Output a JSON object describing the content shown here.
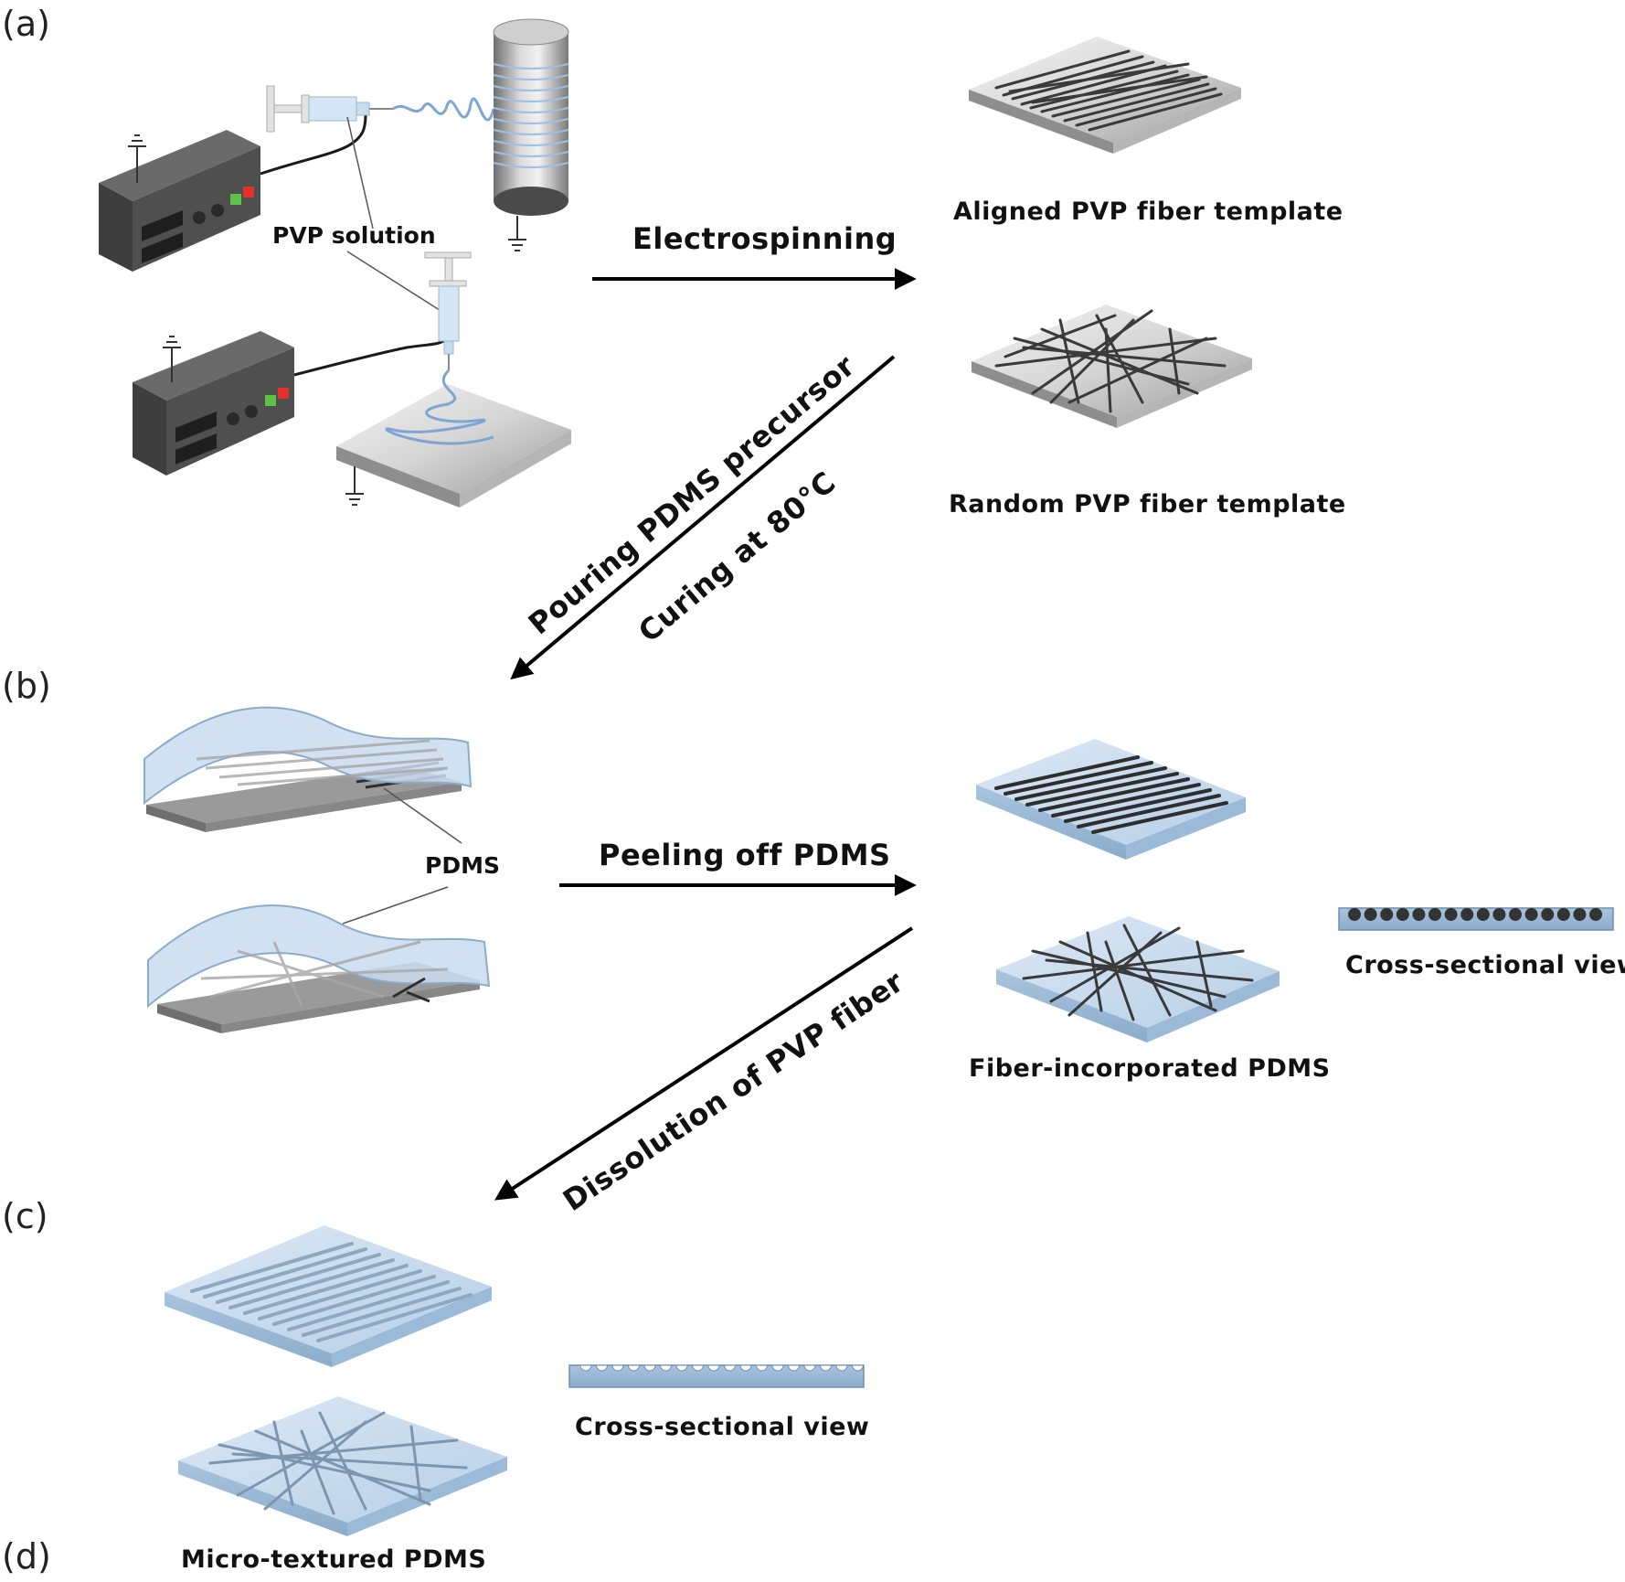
{
  "panels": {
    "a": "(a)",
    "b": "(b)",
    "c": "(c)",
    "d": "(d)"
  },
  "labels": {
    "pvp_solution": "PVP solution",
    "pdms": "PDMS",
    "aligned_template": "Aligned PVP fiber template",
    "random_template": "Random PVP fiber template",
    "fiber_incorporated": "Fiber-incorporated PDMS",
    "cross_section_b": "Cross-sectional view",
    "cross_section_c": "Cross-sectional view",
    "micro_textured": "Micro-textured PDMS"
  },
  "steps": {
    "electrospinning": "Electrospinning",
    "pouring": "Pouring PDMS precursor",
    "curing": "Curing at 80°C",
    "peeling": "Peeling off PDMS",
    "dissolution": "Dissolution of PVP fiber"
  },
  "colors": {
    "pdms_blue": "#c9dcef",
    "fiber_dark": "#3a3a3a",
    "substrate_gray": "#bdbdbd",
    "power_supply": "#4a4a4a",
    "led_green": "#5cc24a",
    "led_red": "#e0322a"
  }
}
